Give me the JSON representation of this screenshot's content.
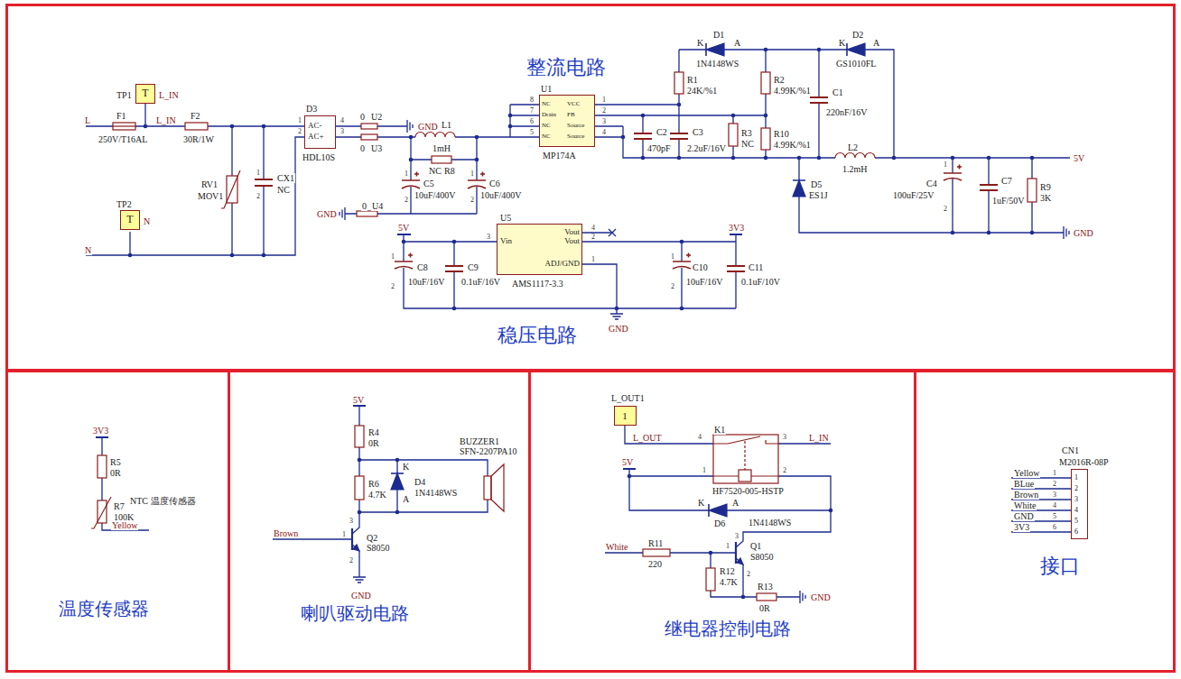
{
  "diagram": {
    "nodes": [
      {
        "text": [
          "整流电路",
          "稳压电路"
        ]
      },
      {
        "text": [
          "T"
        ],
        "in": 0
      },
      {
        "text": [
          "AC-",
          "AC+"
        ],
        "in": 0
      },
      {
        "text": [
          "NC",
          "VCC",
          "Drain",
          "FB",
          "NC",
          "Source",
          "NC",
          "Source"
        ],
        "in": 0
      },
      {
        "text": [
          "T"
        ],
        "in": 0
      },
      {
        "text": [
          "Vin",
          "Vout",
          "Vout",
          "ADJ/GND"
        ],
        "in": 0
      },
      {
        "text": [
          "温度传感器"
        ]
      },
      {
        "text": [
          "喇叭驱动电路"
        ]
      },
      {
        "text": [
          "继电器控制电路"
        ]
      },
      {
        "text": [
          "1"
        ],
        "in": 8
      },
      {
        "text": [
          "接口"
        ]
      },
      {
        "text": [
          "1",
          "2",
          "3",
          "4",
          "5",
          "6"
        ],
        "in": 10
      }
    ],
    "labels": [
      "TP1",
      "L_IN",
      "L",
      "F1",
      "L_IN",
      "F2",
      "250V/T16AL",
      "30R/1W",
      "1",
      "2",
      "CX1",
      "NC",
      "RV1",
      "MOV1",
      "TP2",
      "N",
      "N",
      "D3",
      "1",
      "2",
      "4",
      "3",
      "HDL10S",
      "0",
      "U2",
      "0",
      "U3",
      "GND",
      "L1",
      "1mH",
      "NC",
      "R8",
      "1",
      "C5",
      "10uF/400V",
      "2",
      "1",
      "C6",
      "10uF/400V",
      "2",
      "GND",
      "0",
      "U4",
      "U1",
      "8",
      "7",
      "6",
      "5",
      "1",
      "2",
      "3",
      "4",
      "MP174A",
      "D1",
      "K",
      "A",
      "1N4148WS",
      "R1",
      "24K/%1",
      "R2",
      "4.99K/%1",
      "D2",
      "K",
      "A",
      "GS1010FL",
      "C1",
      "220nF/16V",
      "C2",
      "470pF",
      "C3",
      "2.2uF/16V",
      "R3",
      "NC",
      "R10",
      "4.99K/%1",
      "L2",
      "1.2mH",
      "D5",
      "ES1J",
      "5V",
      "1",
      "C4",
      "100uF/25V",
      "2",
      "C7",
      "1uF/50V",
      "R9",
      "3K",
      "GND",
      "5V",
      "3",
      "U5",
      "4",
      "2",
      "1",
      "3V3",
      "1",
      "C8",
      "10uF/16V",
      "2",
      "C9",
      "0.1uF/16V",
      "AMS1117-3.3",
      "1",
      "C10",
      "10uF/16V",
      "2",
      "C11",
      "0.1uF/10V",
      "GND",
      "3V3",
      "R5",
      "0R",
      "R7",
      "100K",
      "NTC 温度传感器",
      "Yellow",
      "5V",
      "R4",
      "0R",
      "R6",
      "4.7K",
      "K",
      "A",
      "D4",
      "1N4148WS",
      "BUZZER1",
      "SFN-2207PA10",
      "Brown",
      "1",
      "Q2",
      "S8050",
      "3",
      "2",
      "GND",
      "L_OUT1",
      "L_OUT",
      "4",
      "K1",
      "3",
      "L_IN",
      "5V",
      "1",
      "2",
      "HF7520-005-HSTP",
      "K",
      "D6",
      "A",
      "1N4148WS",
      "White",
      "R11",
      "220",
      "1",
      "Q1",
      "S8050",
      "3",
      "2",
      "R12",
      "4.7K",
      "R13",
      "0R",
      "GND",
      "CN1",
      "M2016R-08P",
      "Yellow",
      "1",
      "BLue",
      "2",
      "Brown",
      "3",
      "White",
      "4",
      "GND",
      "5",
      "3V3",
      "6"
    ]
  }
}
